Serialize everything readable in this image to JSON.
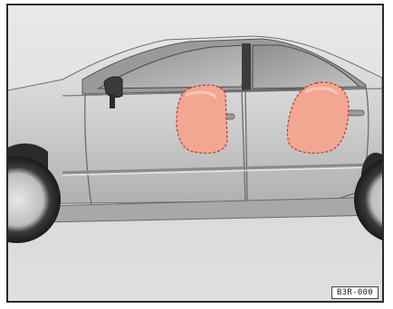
{
  "illustration": {
    "subject": "sedan-side-view",
    "airbags": [
      "front-side-airbag",
      "rear-side-airbag"
    ],
    "airbag_color": "#f2a792",
    "airbag_outline_color": "#c0392b",
    "body_color": "#c8c8c8"
  },
  "reference_code": "B3R-000"
}
